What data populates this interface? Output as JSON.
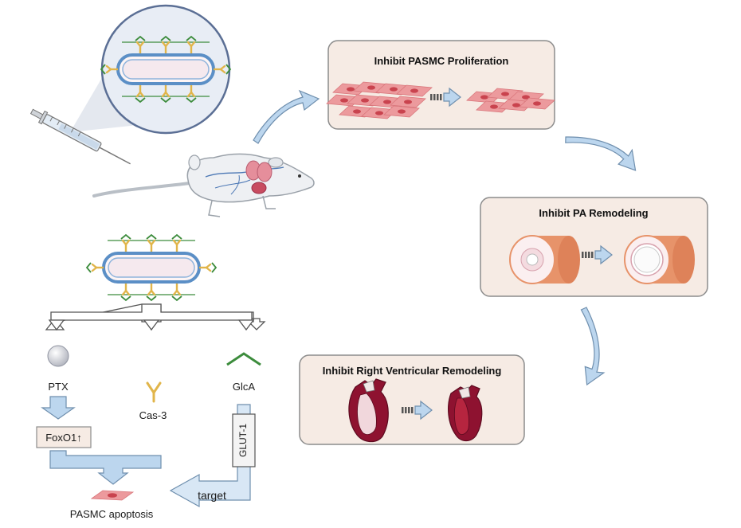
{
  "diagram": {
    "boxes": {
      "pasmc": "Inhibit PASMC Proliferation",
      "pa": "Inhibit PA Remodeling",
      "rv": "Inhibit Right Ventricular Remodeling"
    },
    "labels": {
      "ptx": "PTX",
      "cas3": "Cas-3",
      "glca": "GlcA",
      "foxo1": "FoxO1↑",
      "glut1": "GLUT-1",
      "target": "target",
      "apoptosis": "PASMC apoptosis"
    },
    "colors": {
      "box_fill": "#f6ebe4",
      "box_stroke": "#8c8c8c",
      "arrow_fill": "#bcd6ee",
      "arrow_stroke": "#6f8fae",
      "glca_green": "#3c8c3c",
      "cas3_gold": "#e1b54a",
      "membrane_blue": "#5b8fc6",
      "cell_pink": "#e9868a",
      "vessel_orange": "#e7936a",
      "heart_red": "#8e1230"
    }
  }
}
